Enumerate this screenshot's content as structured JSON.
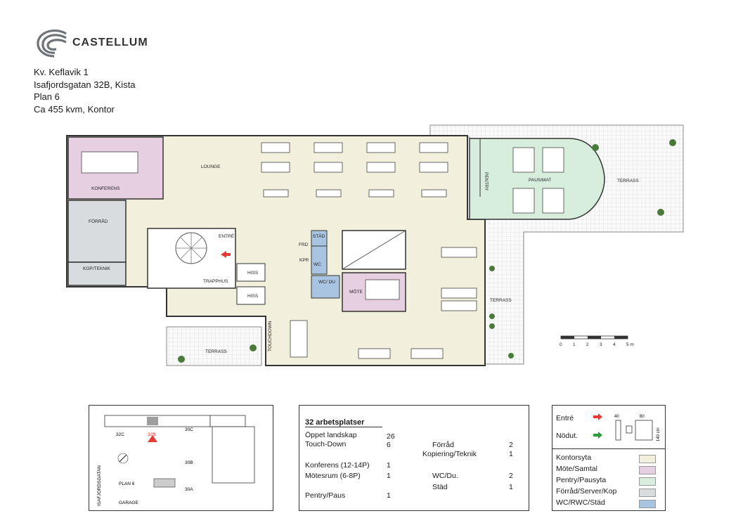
{
  "brand": {
    "name": "CASTELLUM"
  },
  "address": {
    "line1": "Kv. Keflavik 1",
    "line2": "Isafjordsgatan 32B, Kista",
    "line3": "Plan 6",
    "line4": "Ca 455 kvm, Kontor"
  },
  "plan_labels": {
    "konferens": "KONFERENS",
    "lounge": "LOUNGE",
    "pentry": "PENTRY",
    "paus_mat": "PAUS/MAT",
    "terrass": "TERRASS",
    "forrad": "FÖRRÅD",
    "kop_teknik": "KOP/TEKNIK",
    "entre": "ENTRÉ",
    "trapphus": "TRAPPHUS",
    "hiss": "HISS",
    "stad": "STÄD",
    "frd": "FRD",
    "kpr": "KPR",
    "wc": "WC",
    "wc_du": "WC/ DU",
    "mote": "MÖTE",
    "touchdown": "TOUCHDOWN"
  },
  "scale": {
    "ticks": [
      "0",
      "1",
      "2",
      "3",
      "4",
      "5 m"
    ]
  },
  "keymap": {
    "labels": [
      "32C",
      "32B",
      "30C",
      "30B",
      "30A"
    ],
    "street": "ISAFJORDSGATAN",
    "plan": "PLAN 6",
    "garage": "GARAGE"
  },
  "stats": {
    "heading": "32 arbetsplatser",
    "left": [
      {
        "label": "Öppet landskap",
        "value": "26"
      },
      {
        "label": "Touch-Down",
        "value": "6"
      },
      {
        "label": "Konferens (12-14P)",
        "value": "1"
      },
      {
        "label": "Mötesrum (6-8P)",
        "value": "1"
      },
      {
        "label": "Pentry/Paus",
        "value": "1"
      }
    ],
    "right": [
      {
        "label": "Förråd",
        "value": "2"
      },
      {
        "label": "Kopiering/Teknik",
        "value": "1"
      },
      {
        "label": "WC/Du.",
        "value": "2"
      },
      {
        "label": "Städ",
        "value": "1"
      }
    ]
  },
  "legend": {
    "entre": "Entré",
    "nodut": "Nödut.",
    "desk_dims": [
      "40",
      "80",
      "140 cm"
    ],
    "items": [
      {
        "label": "Kontorsyta",
        "color": "#f2efdc"
      },
      {
        "label": "Möte/Samtal",
        "color": "#e6cfe0"
      },
      {
        "label": "Pentry/Pausyta",
        "color": "#d8eedd"
      },
      {
        "label": "Förråd/Server/Kop",
        "color": "#d8dcdf"
      },
      {
        "label": "WC/RWC/Städ",
        "color": "#a9c4e0"
      }
    ],
    "arrow_colors": {
      "entre": "#e53935",
      "nodut": "#2e9b3d"
    }
  }
}
